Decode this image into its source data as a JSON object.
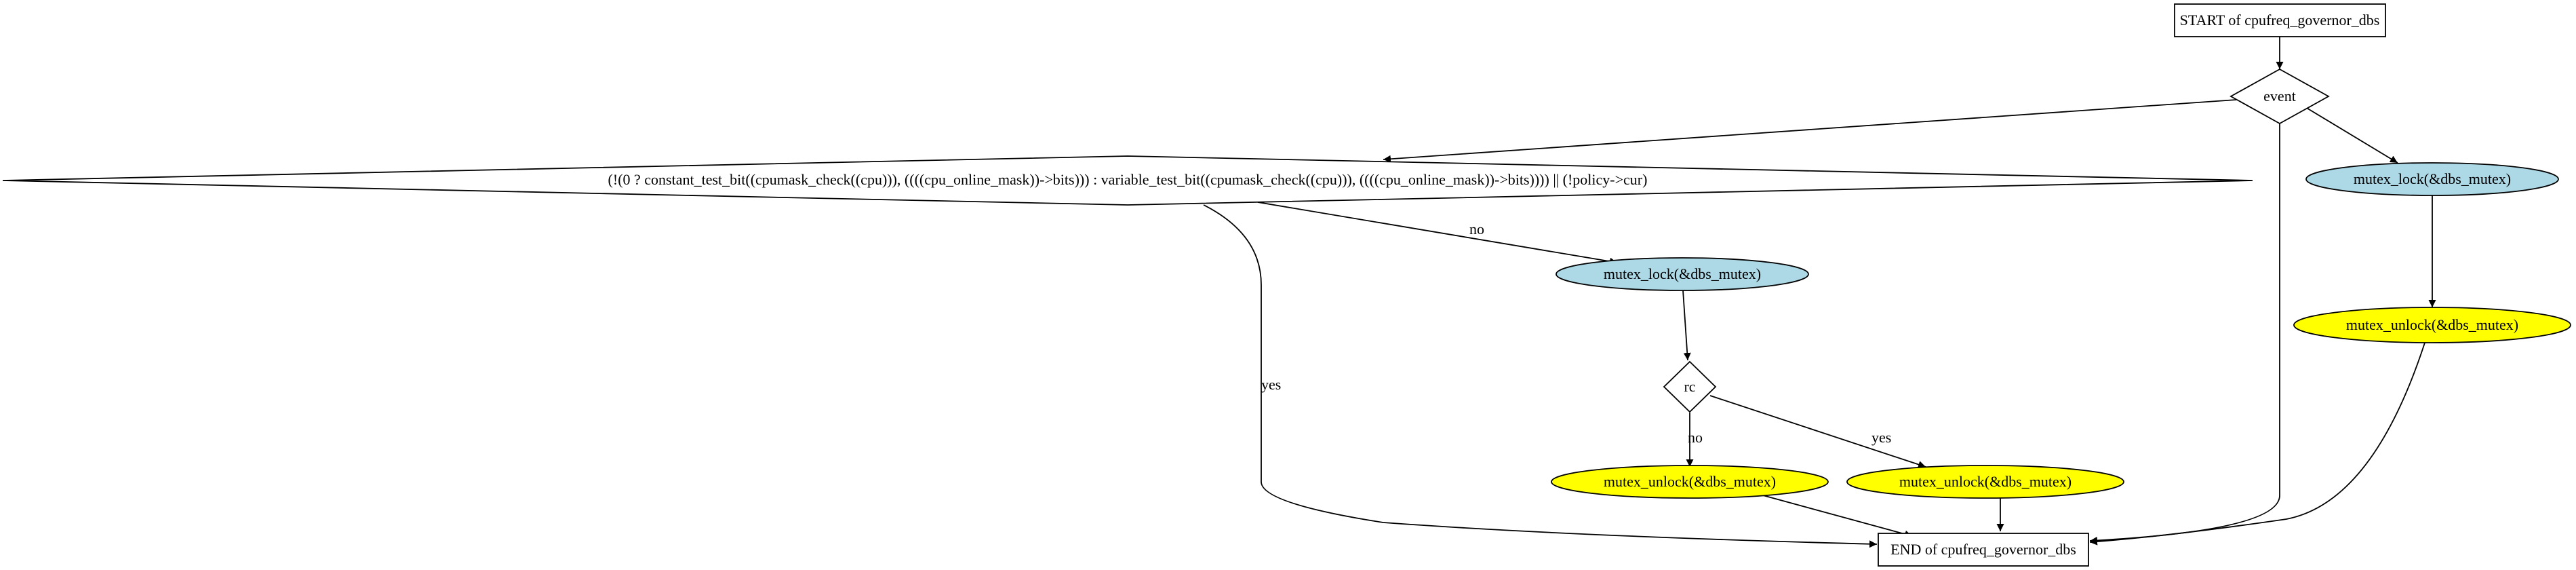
{
  "colors": {
    "lock_fill": "#add8e6",
    "unlock_fill": "#ffff00",
    "plain_fill": "#ffffff",
    "stroke": "#000000"
  },
  "nodes": {
    "start": "START of cpufreq_governor_dbs",
    "event": "event",
    "cond": "(!(0 ? constant_test_bit((cpumask_check((cpu))), ((((cpu_online_mask))->bits))) : variable_test_bit((cpumask_check((cpu))), ((((cpu_online_mask))->bits)))) || (!policy->cur)",
    "lock_right": "mutex_lock(&dbs_mutex)",
    "unlock_right": "mutex_unlock(&dbs_mutex)",
    "lock_mid": "mutex_lock(&dbs_mutex)",
    "rc": "rc",
    "unlock_no": "mutex_unlock(&dbs_mutex)",
    "unlock_yes": "mutex_unlock(&dbs_mutex)",
    "end": "END of cpufreq_governor_dbs"
  },
  "edge_labels": {
    "cond_no": "no",
    "cond_yes": "yes",
    "rc_no": "no",
    "rc_yes": "yes"
  }
}
